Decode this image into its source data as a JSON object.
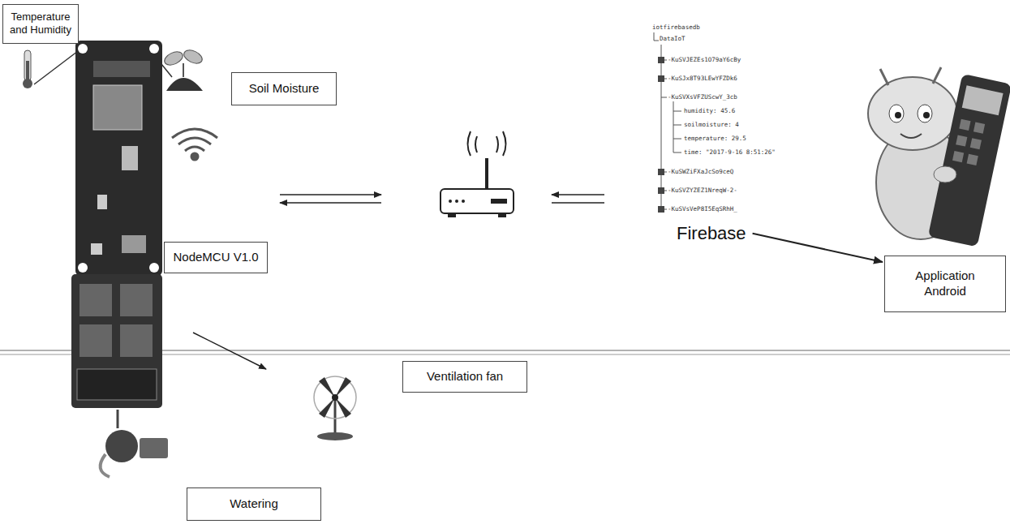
{
  "diagram": {
    "nodes": [
      {
        "text": [
          "Temperature and Humidity"
        ]
      },
      {
        "text": [
          "Soil Moisture"
        ]
      },
      {
        "text": [
          "NodeMCU V1.0"
        ]
      },
      {
        "text": [
          "Firebase"
        ]
      },
      {
        "text": [
          "Application Android"
        ]
      },
      {
        "text": [
          "Ventilation fan"
        ]
      },
      {
        "text": [
          "Watering"
        ]
      }
    ],
    "edges": [
      {
        "from": 3,
        "to": 4,
        "arrow": "to"
      }
    ],
    "labels": [
      "iotfirebasedb",
      "DataIoT",
      "-KuSVJEZEs1O79aY6cBy",
      "-KuSJx8T93LEwYFZDk6",
      "-KuSVXsVFZUScwY_3cb",
      "humidity: 45.6",
      "soilmoisture: 4",
      "temperature: 29.5",
      "time: \"2017-9-16 8:51:26\"",
      "-KuSWZiFXaJcSo9ceQ",
      "-KuSVZYZEZ1NreqW-2-",
      "-KuSVsVeP8I5EqSRhH_"
    ]
  }
}
